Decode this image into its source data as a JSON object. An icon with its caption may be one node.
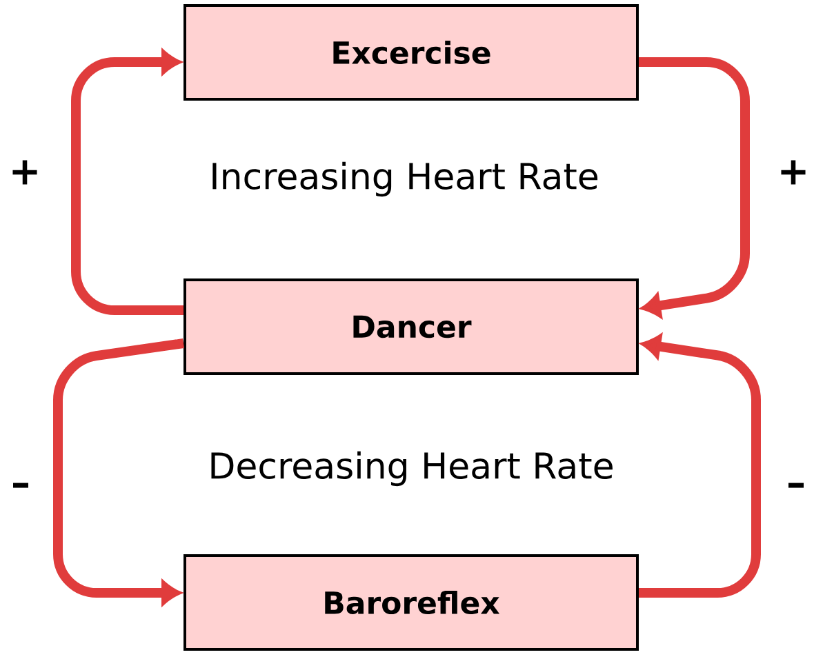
{
  "diagram": {
    "nodes": [
      {
        "text": [
          "Excercise"
        ]
      },
      {
        "text": [
          "Dancer"
        ]
      },
      {
        "text": [
          "Baroreflex"
        ]
      }
    ],
    "edges": [
      {
        "from": 1,
        "to": 0,
        "arrow": "to",
        "label": "+"
      },
      {
        "from": 0,
        "to": 1,
        "arrow": "to",
        "label": "+"
      },
      {
        "from": 1,
        "to": 2,
        "arrow": "to",
        "label": "–"
      },
      {
        "from": 2,
        "to": 1,
        "arrow": "to",
        "label": "–"
      }
    ],
    "labels": [
      "Increasing Heart Rate",
      "Decreasing Heart Rate"
    ]
  }
}
